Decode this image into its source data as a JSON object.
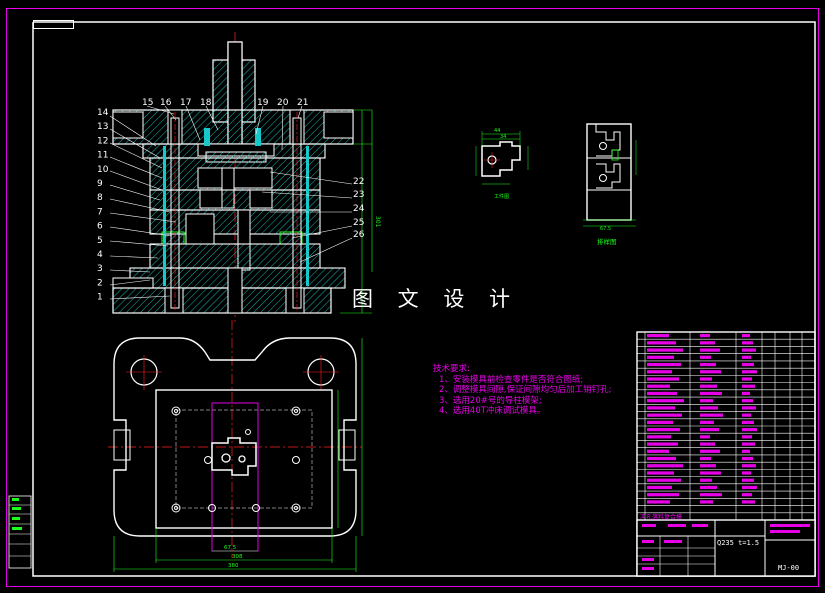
{
  "overlay_title": "图 文 设 计",
  "part_numbers_left": [
    "14",
    "13",
    "12",
    "11",
    "10",
    "9",
    "8",
    "7",
    "6",
    "5",
    "4",
    "3",
    "2",
    "1"
  ],
  "part_numbers_top": [
    "15",
    "16",
    "17",
    "18",
    "19",
    "20",
    "21"
  ],
  "part_numbers_right": [
    "22",
    "23",
    "24",
    "25",
    "26"
  ],
  "workpiece_label": "工件图",
  "strip_label": "排样图",
  "dim_workpiece_top": "44",
  "dim_workpiece_top2": "34",
  "dim_strip_bottom": "67.5",
  "dim_plan_bottom": "67.5",
  "dim_plan_width_inner": "308",
  "dim_plan_width_outer": "380",
  "dim_height": "301",
  "tech_requirements": {
    "heading": "技术要求:",
    "items": [
      "1、安装模具前检查零件是否符合图纸;",
      "2、调整模具间隙,保证间隙均匀后加工销钉孔;",
      "3、选用20#号的导柱模架;",
      "4、选用40T冲床调试模具。"
    ]
  },
  "title_block": {
    "material": "Q235 t=1.5",
    "drawing_name": "冲孔落料复合模",
    "drawing_no": "MJ-00"
  },
  "colors": {
    "frame": "#e600e6",
    "drawing": "#ffffff",
    "hatch": "#19c8c8",
    "center": "#ff2020",
    "dim": "#19ff19",
    "yellow": "#ffff00"
  }
}
